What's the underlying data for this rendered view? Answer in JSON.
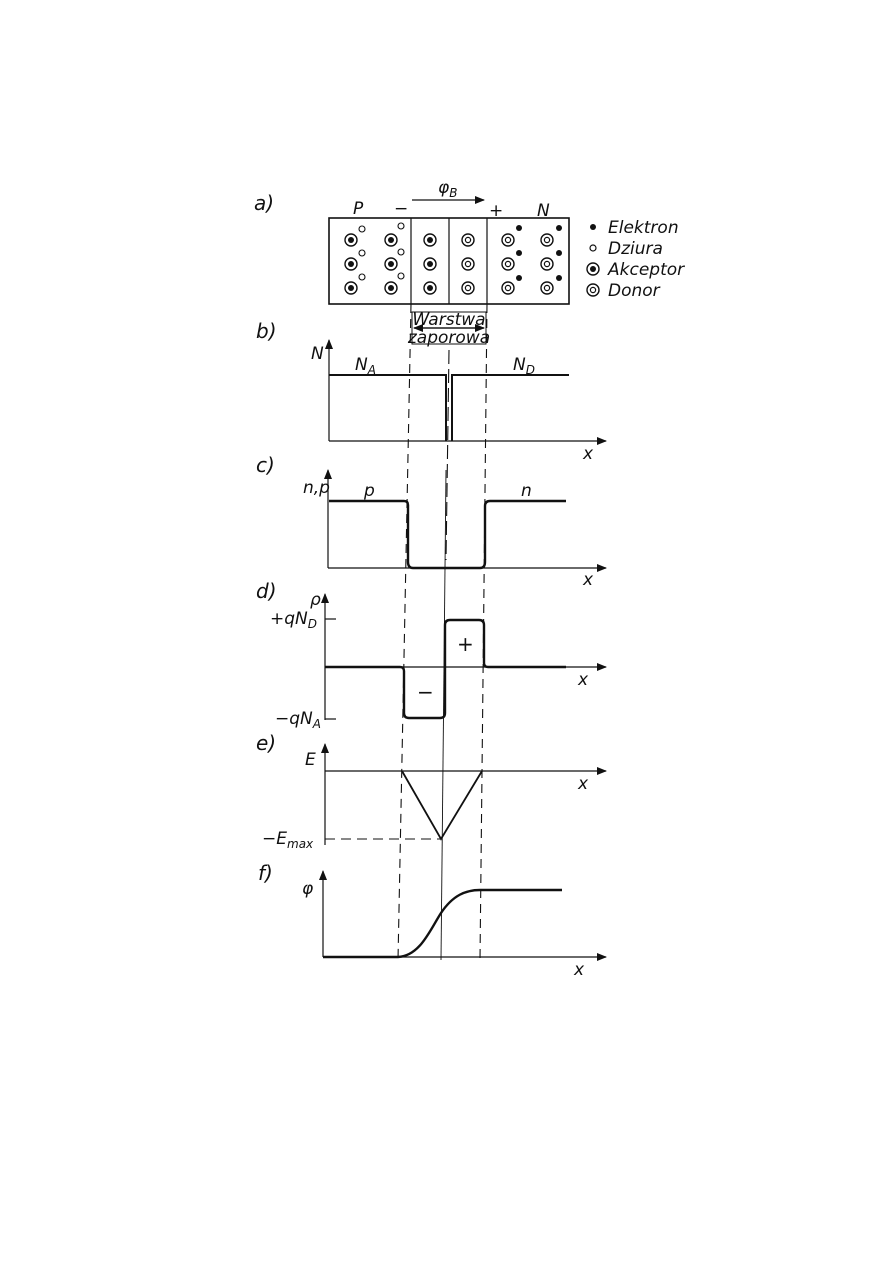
{
  "panels": {
    "a": "a)",
    "b": "b)",
    "c": "c)",
    "d": "d)",
    "e": "e)",
    "f": "f)"
  },
  "crystal": {
    "p_label": "P",
    "n_label": "N",
    "minus_sign": "−",
    "plus_sign": "+",
    "potential_label": "φ",
    "potential_sub": "B"
  },
  "legend": [
    {
      "symbol": "dot",
      "label": "Elektron"
    },
    {
      "symbol": "ring",
      "label": "Dziura"
    },
    {
      "symbol": "ring-dot",
      "label": "Akceptor"
    },
    {
      "symbol": "double-ring",
      "label": "Donor"
    }
  ],
  "depletion": {
    "line1": "Warstwa",
    "line2": "zaporowa"
  },
  "plot_b": {
    "y_axis": "N",
    "x_axis": "x",
    "na_main": "N",
    "na_sub": "A",
    "nd_main": "N",
    "nd_sub": "D"
  },
  "plot_c": {
    "y_axis": "n,p",
    "x_axis": "x",
    "p_region": "p",
    "n_region": "n"
  },
  "plot_d": {
    "y_axis": "ρ",
    "x_axis": "x",
    "pos_level": "+qN",
    "pos_sub": "D",
    "neg_level": "−qN",
    "neg_sub": "A",
    "plus_mark": "+",
    "minus_mark": "−"
  },
  "plot_e": {
    "y_axis": "E",
    "x_axis": "x",
    "emax_main": "−E",
    "emax_sub": "max"
  },
  "plot_f": {
    "y_axis": "φ",
    "x_axis": "x"
  }
}
